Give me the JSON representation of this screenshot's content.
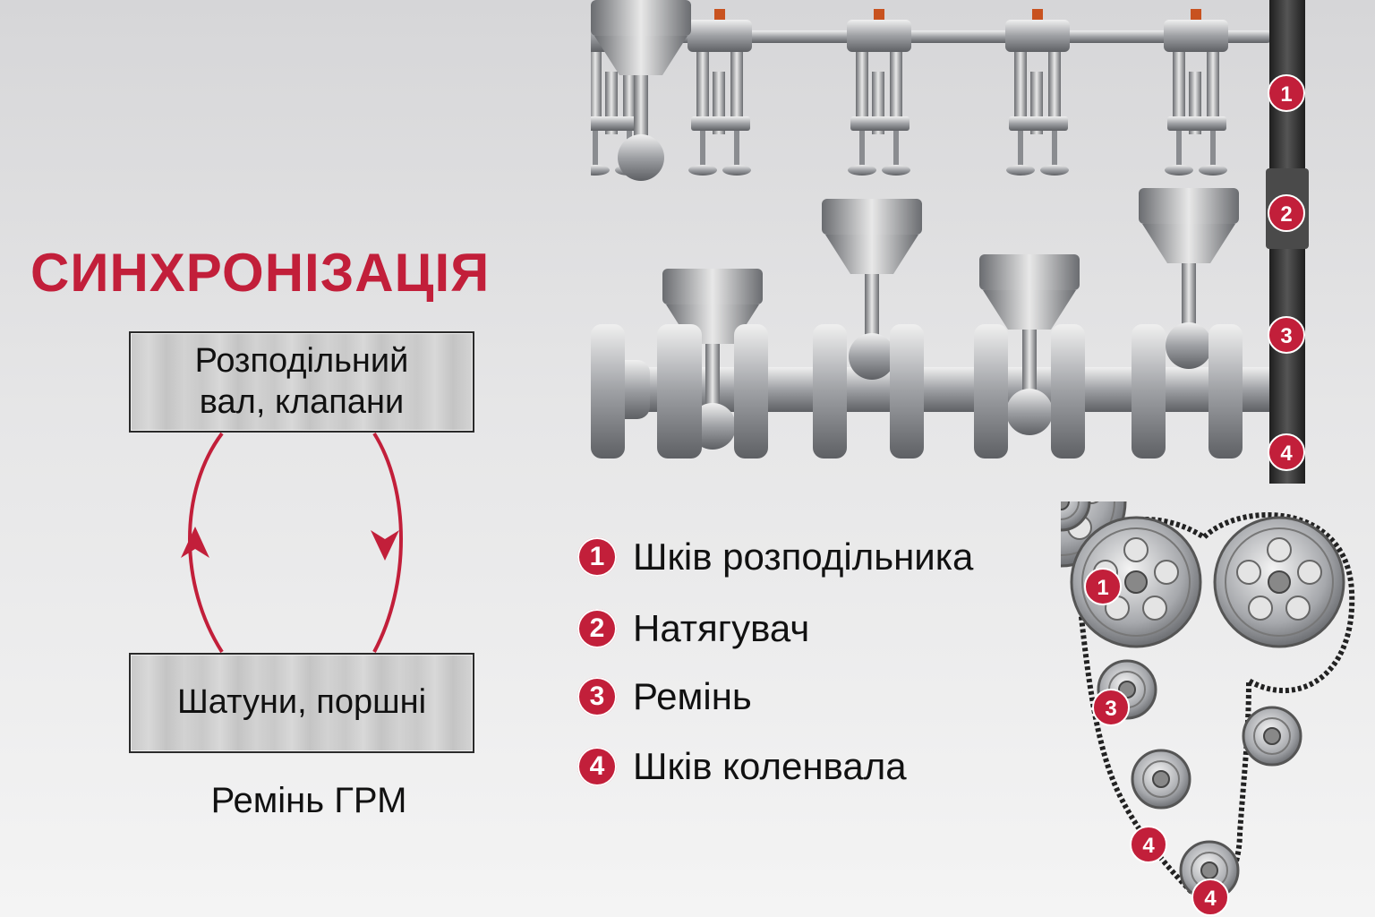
{
  "title": "СИНХРОНІЗАЦІЯ",
  "cycle": {
    "top_box": [
      "Розподільний",
      "вал, клапани"
    ],
    "bottom_box": "Шатуни, поршні",
    "caption": "Ремінь ГРМ"
  },
  "legend": [
    {
      "num": "1",
      "label": "Шків розподільника"
    },
    {
      "num": "2",
      "label": "Натягувач"
    },
    {
      "num": "3",
      "label": "Ремінь"
    },
    {
      "num": "4",
      "label": "Шків коленвала"
    }
  ],
  "engine_badges": [
    "1",
    "2",
    "3",
    "4"
  ],
  "belt_badges": [
    "1",
    "3",
    "4",
    "4"
  ],
  "colors": {
    "accent": "#c21f3a",
    "text": "#111111",
    "metal": "#9a9ca0"
  },
  "icons": [
    "cycle-arrow-icon",
    "camshaft-illustration",
    "crankshaft-illustration",
    "timing-belt-illustration"
  ]
}
